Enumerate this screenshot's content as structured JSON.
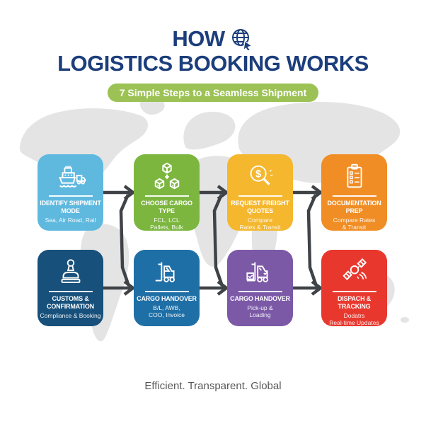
{
  "header": {
    "title_line1": "HOW",
    "title_line2": "LOGISTICS BOOKING WORKS",
    "tagline": "7 Simple Steps to a Seamless Shipment",
    "globe_icon": "globe-cursor-icon"
  },
  "steps": [
    {
      "title": [
        "IDENTIFY SHIPMENT",
        "MODE"
      ],
      "subtitle": [
        "Sea, Air Road, Rail"
      ],
      "color": "#5FB9DF",
      "icon": "ship-truck-icon"
    },
    {
      "title": [
        "CHOOSE CARGO",
        "TYPE"
      ],
      "subtitle": [
        "FCL, LCL",
        "Pallets, Bulk"
      ],
      "color": "#7CB63F",
      "icon": "cargo-boxes-icon"
    },
    {
      "title": [
        "REQUEST FREIGHT",
        "QUOTES"
      ],
      "subtitle": [
        "Compare",
        "Rates & Transit"
      ],
      "color": "#F4B72E",
      "icon": "freight-quote-magnifier-icon"
    },
    {
      "title": [
        "DOCUMENTATION",
        "PREP"
      ],
      "subtitle": [
        "Compare Rates",
        "& Transit"
      ],
      "color": "#F08D25",
      "icon": "documentation-clipboard-icon"
    },
    {
      "title": [
        "CUSTOMS &",
        "CONFIRMATION"
      ],
      "subtitle": [
        "Compliance & Booking"
      ],
      "color": "#17507B",
      "icon": "customs-stamp-icon"
    },
    {
      "title": [
        "CARGO HANDOVER"
      ],
      "subtitle": [
        "B/L, AWB,",
        "COO, Invoice"
      ],
      "color": "#1F6FA7",
      "icon": "forklift-icon"
    },
    {
      "title": [
        "CARGO HANDOVER"
      ],
      "subtitle": [
        "Pick-up &",
        "Loading"
      ],
      "color": "#7B59A7",
      "icon": "forklift-check-icon"
    },
    {
      "title": [
        "DISPACH & TRACKING"
      ],
      "subtitle": [
        "Dodatrs",
        "Real-time Updates"
      ],
      "color": "#E8382E",
      "icon": "satellite-icon"
    }
  ],
  "footer": {
    "text": "Efficient. Transparent. Global"
  },
  "palette": {
    "title_text": "#1C3E7C",
    "tagline_bg": "#9CC255",
    "connector": "#3F4347",
    "map": "#E4E4E4",
    "footer_text": "#57585A"
  }
}
